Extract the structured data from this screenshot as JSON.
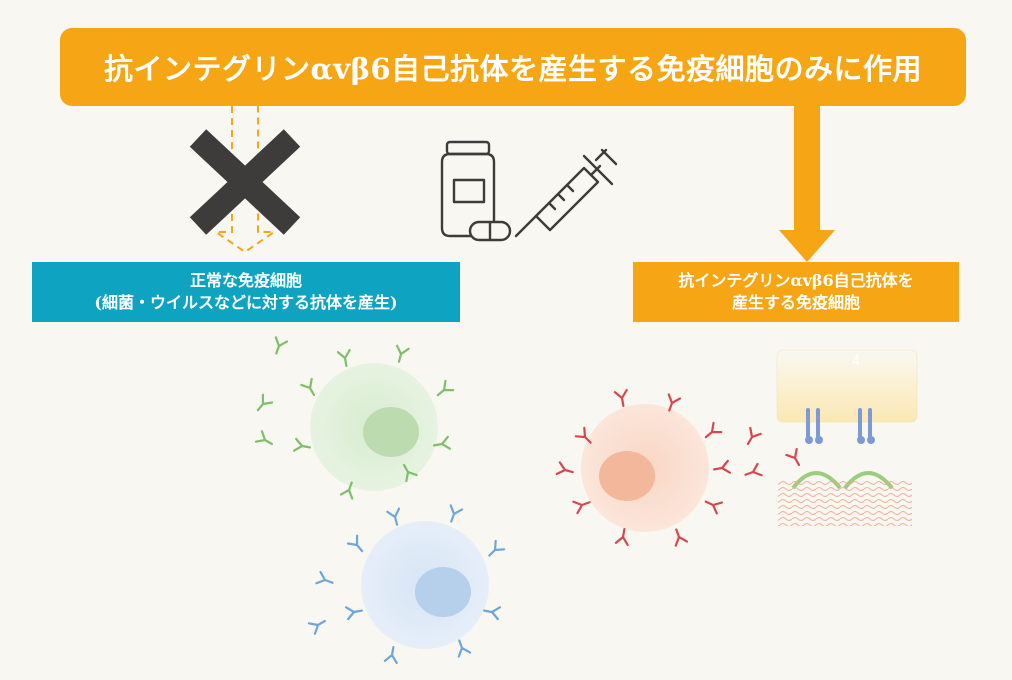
{
  "banner": {
    "text": "抗インテグリンαvβ6自己抗体を産生する免疫細胞のみに作用"
  },
  "normal_box": {
    "line1": "正常な免疫細胞",
    "line2": "(細菌・ウイルスなどに対する抗体を産生)"
  },
  "target_box": {
    "line1": "抗インテグリンαvβ6自己抗体を",
    "line2": "産生する免疫細胞"
  },
  "tissue": {
    "label": "4"
  },
  "icons": {
    "block": "cross-mark-icon",
    "medicine": "pill-bottle-icon",
    "injection": "syringe-icon"
  },
  "colors": {
    "accent": "#f6a615",
    "normal": "#0fa3c2",
    "cross": "#3d3c3a",
    "cell_green": "#c9e5c0",
    "cell_blue": "#cfe0f3",
    "cell_orange": "#f9d4c0",
    "antibody_green": "#7fbf6a",
    "antibody_blue": "#6fa6d8",
    "antibody_red": "#d6474f"
  }
}
